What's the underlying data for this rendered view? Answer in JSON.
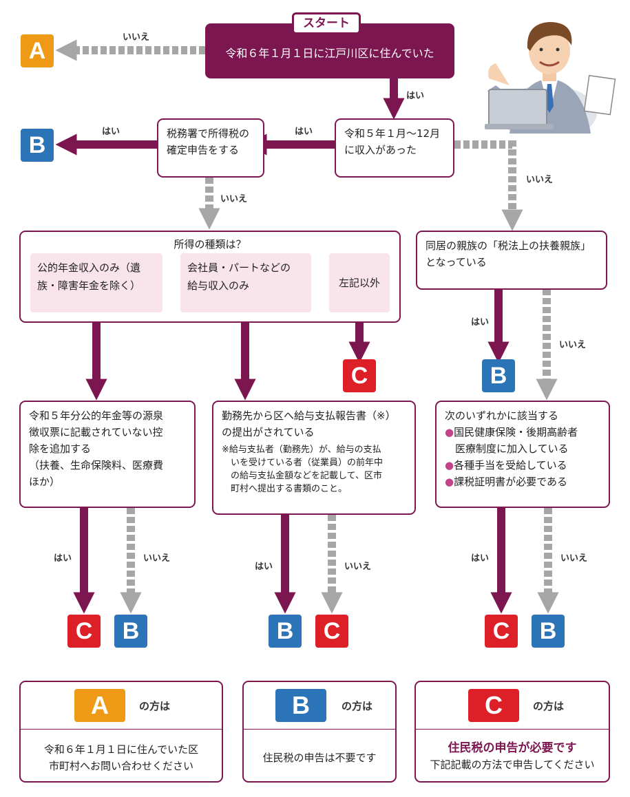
{
  "start_tag": "スタート",
  "q_resided": "令和６年１月１日に江戸川区に住んでいた",
  "q_income": [
    "令和５年１月～12月",
    "に収入があった"
  ],
  "q_tax_office": [
    "税務署で所得税の",
    "確定申告をする"
  ],
  "q_income_type": "所得の種類は？",
  "opt_pension": [
    "公的年金収入のみ（遺",
    "族・障害年金を除く）"
  ],
  "opt_salary": [
    "会社員・パートなどの",
    "給与収入のみ"
  ],
  "opt_other": "左記以外",
  "q_dependent": [
    "同居の親族の「税法上の扶養親族」",
    "となっている"
  ],
  "q_pension_deduction": [
    "令和５年分公的年金等の源泉",
    "徴収票に記載されていない控",
    "除を追加する",
    "（扶養、生命保険料、医療費",
    "ほか）"
  ],
  "q_salary_report": [
    "勤務先から区へ給与支払報告書（※）",
    "の提出がされている"
  ],
  "note_salary": [
    "※給与支払者（勤務先）が、給与の支払",
    "いを受けている者（従業員）の前年中",
    "の給与支払金額などを記載して、区市",
    "町村へ提出する書類のこと。"
  ],
  "q_any": {
    "title": "次のいずれかに該当する",
    "bullet": "●",
    "items": [
      [
        "国民健康保険・後期高齢者",
        "医療制度に加入している"
      ],
      [
        "各種手当を受給している"
      ],
      [
        "課税証明書が必要である"
      ]
    ]
  },
  "labels": {
    "yes": "はい",
    "no": "いいえ"
  },
  "badges": {
    "A": "A",
    "B": "B",
    "C": "C"
  },
  "legend": {
    "of_person": "の方は",
    "A_text": [
      "令和６年１月１日に住んでいた区",
      "市町村へお問い合わせください"
    ],
    "B_text": "住民税の申告は不要です",
    "C_title": "住民税の申告が必要です",
    "C_text": "下記記載の方法で申告してください"
  },
  "colors": {
    "primary": "#7b1650",
    "gray_arrow": "#a6a6a6",
    "A": "#ee9a16",
    "B": "#2a74b7",
    "C": "#dd2027",
    "pink_option": "#f9e4ec"
  },
  "illustration": "businessman-with-laptop-and-paper"
}
